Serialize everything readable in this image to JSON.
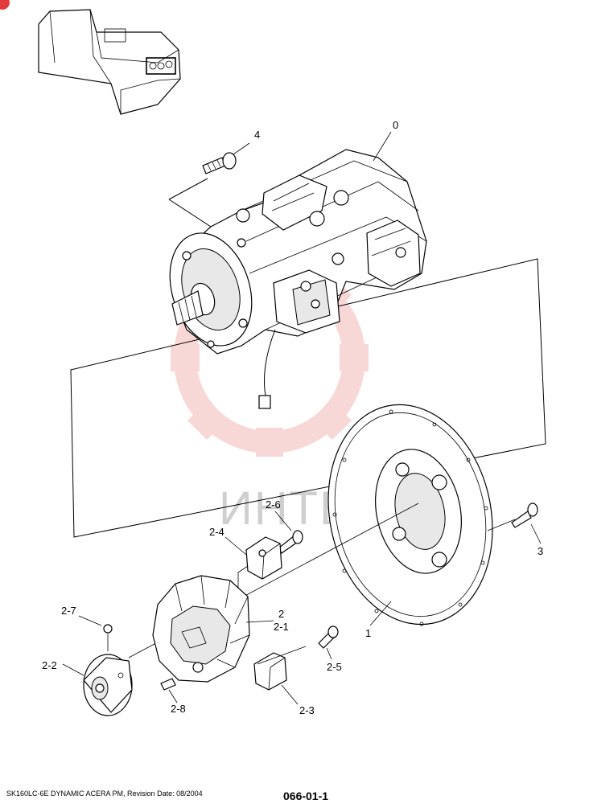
{
  "callouts": {
    "c0": "0",
    "c1": "1",
    "c2": "2",
    "c2_1": "2-1",
    "c2_2": "2-2",
    "c2_3": "2-3",
    "c2_4": "2-4",
    "c2_5": "2-5",
    "c2_6": "2-6",
    "c2_7": "2-7",
    "c2_8": "2-8",
    "c3": "3",
    "c4": "4"
  },
  "watermark": {
    "text": "ИНТЕХ",
    "color": "#f0a8a8"
  },
  "footer": {
    "model_revision": "SK160LC-6E DYNAMIC ACERA PM, Revision Date: 08/2004",
    "page_code": "066-01-1"
  },
  "colors": {
    "line": "#000000",
    "background": "#ffffff",
    "corner_mark": "#e23a3a"
  },
  "icons": {
    "machine_thumbnail": "excavator-upper-structure-icon",
    "corner_mark": "red-corner-mark-icon"
  }
}
